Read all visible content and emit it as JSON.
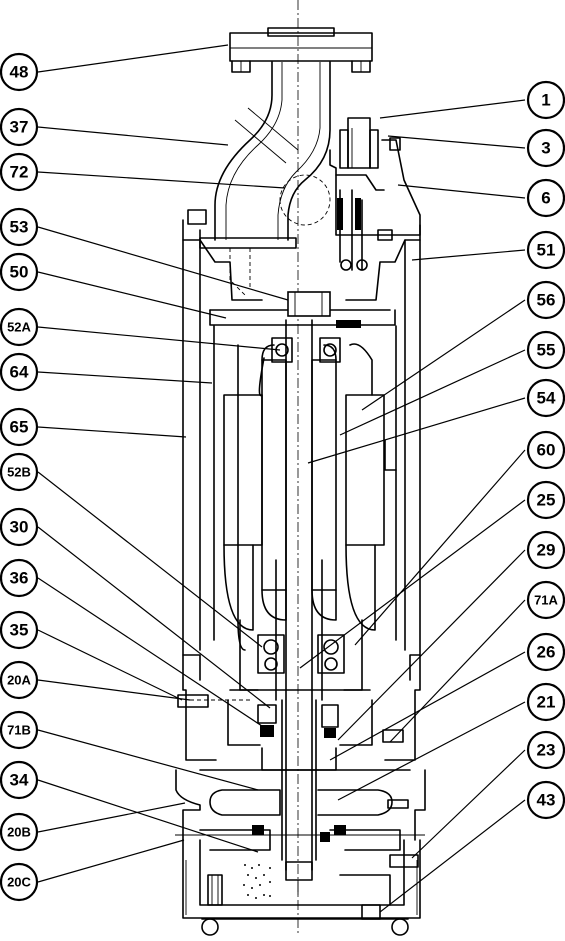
{
  "callouts": {
    "left": [
      {
        "id": "c48",
        "label": "48"
      },
      {
        "id": "c37",
        "label": "37"
      },
      {
        "id": "c72",
        "label": "72"
      },
      {
        "id": "c53",
        "label": "53"
      },
      {
        "id": "c50",
        "label": "50"
      },
      {
        "id": "c52a",
        "label": "52A"
      },
      {
        "id": "c64",
        "label": "64"
      },
      {
        "id": "c65",
        "label": "65"
      },
      {
        "id": "c52b",
        "label": "52B"
      },
      {
        "id": "c30",
        "label": "30"
      },
      {
        "id": "c36",
        "label": "36"
      },
      {
        "id": "c35",
        "label": "35"
      },
      {
        "id": "c20a",
        "label": "20A"
      },
      {
        "id": "c71b",
        "label": "71B"
      },
      {
        "id": "c34",
        "label": "34"
      },
      {
        "id": "c20b",
        "label": "20B"
      },
      {
        "id": "c20c",
        "label": "20C"
      }
    ],
    "right": [
      {
        "id": "c1",
        "label": "1"
      },
      {
        "id": "c3",
        "label": "3"
      },
      {
        "id": "c6",
        "label": "6"
      },
      {
        "id": "c51",
        "label": "51"
      },
      {
        "id": "c56",
        "label": "56"
      },
      {
        "id": "c55",
        "label": "55"
      },
      {
        "id": "c54",
        "label": "54"
      },
      {
        "id": "c60",
        "label": "60"
      },
      {
        "id": "c25",
        "label": "25"
      },
      {
        "id": "c29",
        "label": "29"
      },
      {
        "id": "c71a",
        "label": "71A"
      },
      {
        "id": "c26",
        "label": "26"
      },
      {
        "id": "c21",
        "label": "21"
      },
      {
        "id": "c23",
        "label": "23"
      },
      {
        "id": "c43",
        "label": "43"
      }
    ]
  }
}
